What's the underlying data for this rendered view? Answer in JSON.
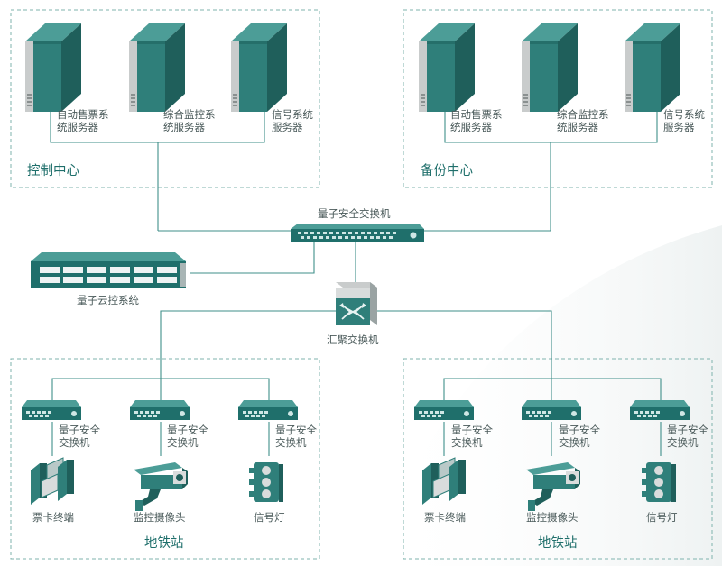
{
  "zones": {
    "control_center": {
      "title": "控制中心",
      "servers": [
        {
          "line1": "自动售票系",
          "line2": "统服务器"
        },
        {
          "line1": "综合监控系",
          "line2": "统服务器"
        },
        {
          "line1": "信号系统",
          "line2": "服务器"
        }
      ]
    },
    "backup_center": {
      "title": "备份中心",
      "servers": [
        {
          "line1": "自动售票系",
          "line2": "统服务器"
        },
        {
          "line1": "综合监控系",
          "line2": "统服务器"
        },
        {
          "line1": "信号系统",
          "line2": "服务器"
        }
      ]
    },
    "station_left": {
      "title": "地铁站",
      "switch_line1": "量子安全",
      "switch_line2": "交换机",
      "devices": [
        "票卡终端",
        "监控摄像头",
        "信号灯"
      ]
    },
    "station_right": {
      "title": "地铁站",
      "switch_line1": "量子安全",
      "switch_line2": "交换机",
      "devices": [
        "票卡终端",
        "监控摄像头",
        "信号灯"
      ]
    }
  },
  "core": {
    "quantum_switch": "量子安全交换机",
    "cloud_control": "量子云控系统",
    "aggregation_switch": "汇聚交换机"
  },
  "colors": {
    "primary": "#2f7f7a",
    "dark": "#1f5f5b",
    "light_gray": "#d9dcdc",
    "zone_border": "#7fb3ae"
  }
}
